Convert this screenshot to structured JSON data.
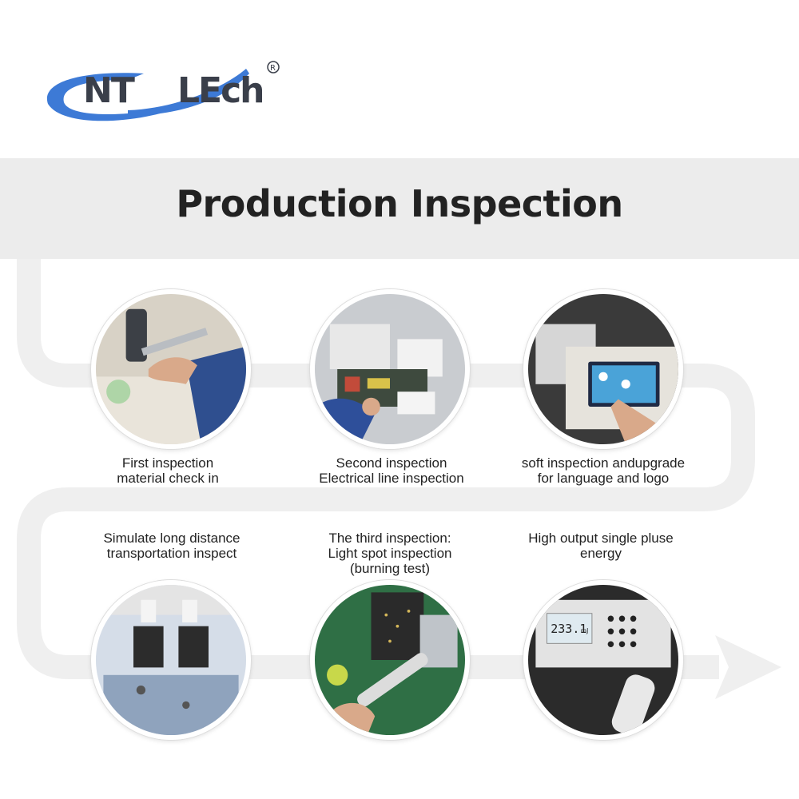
{
  "brand": {
    "logo_text": "CNTLEch",
    "registered_mark": "®",
    "primary_color": "#3d7ad6",
    "dark_color": "#3a3f4a"
  },
  "banner": {
    "title": "Production Inspection"
  },
  "steps": [
    {
      "lines": [
        "First inspection",
        "material check in"
      ],
      "icon": "caliper-measure-photo"
    },
    {
      "lines": [
        "Second inspection",
        "Electrical line inspection"
      ],
      "icon": "circuit-board-photo"
    },
    {
      "lines": [
        "soft inspection andupgrade",
        "for language and logo"
      ],
      "icon": "touchscreen-photo"
    },
    {
      "lines": [
        "Simulate long distance",
        "transportation inspect"
      ],
      "icon": "drop-test-photo"
    },
    {
      "lines": [
        "The third inspection:",
        "Light spot inspection",
        "(burning test)"
      ],
      "icon": "burning-test-photo"
    },
    {
      "lines": [
        "High output single pluse",
        "energy"
      ],
      "icon": "energy-meter-photo"
    }
  ],
  "meter_reading": "233.1",
  "meter_unit": "mJ",
  "colors": {
    "banner_bg": "#ececec",
    "path": "#efefef",
    "text": "#222222"
  }
}
